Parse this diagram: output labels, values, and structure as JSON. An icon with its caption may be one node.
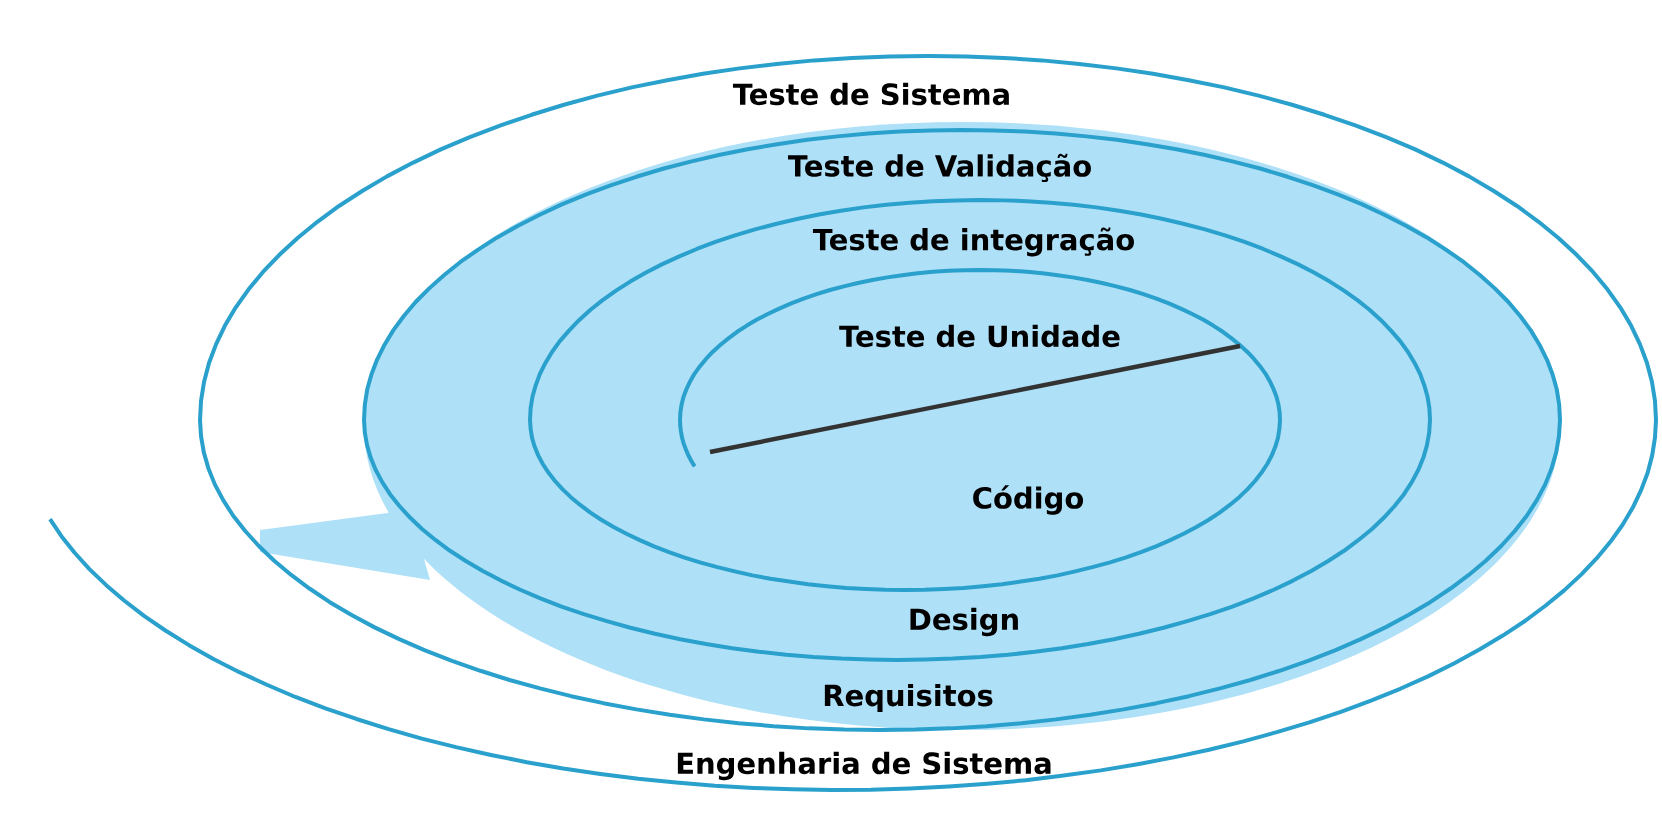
{
  "diagram": {
    "labels": [
      "Teste de Sistema",
      "Teste de Validação",
      "Teste de integração",
      "Teste de Unidade",
      "Código",
      "Design",
      "Requisitos",
      "Engenharia de Sistema"
    ]
  }
}
